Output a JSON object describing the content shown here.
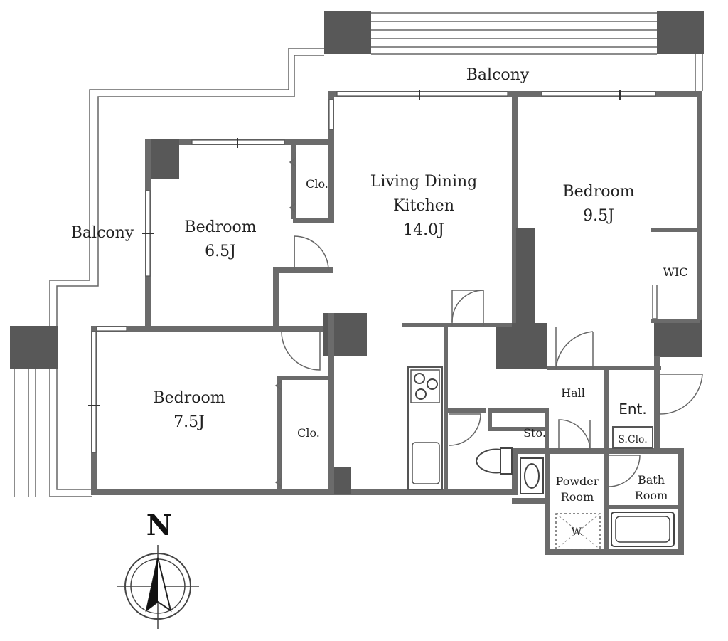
{
  "rooms": {
    "balcony_top": "Balcony",
    "balcony_left": "Balcony",
    "bedroom_65": {
      "name": "Bedroom",
      "size": "6.5J"
    },
    "bedroom_75": {
      "name": "Bedroom",
      "size": "7.5J"
    },
    "bedroom_95": {
      "name": "Bedroom",
      "size": "9.5J"
    },
    "ldk": {
      "line1": "Living Dining",
      "line2": "Kitchen",
      "size": "14.0J"
    },
    "closet_top": "Clo.",
    "closet_bottom": "Clo.",
    "wic": "WIC",
    "hall": "Hall",
    "entrance": "Ent.",
    "shoe_closet": "S.Clo.",
    "storage": "Sto.",
    "powder_room": {
      "line1": "Powder",
      "line2": "Room"
    },
    "bath_room": {
      "line1": "Bath",
      "line2": "Room"
    },
    "washer": "W."
  },
  "compass": {
    "label": "N"
  },
  "colors": {
    "wall": "#6b6b6b",
    "line": "#555555",
    "text": "#222222"
  }
}
